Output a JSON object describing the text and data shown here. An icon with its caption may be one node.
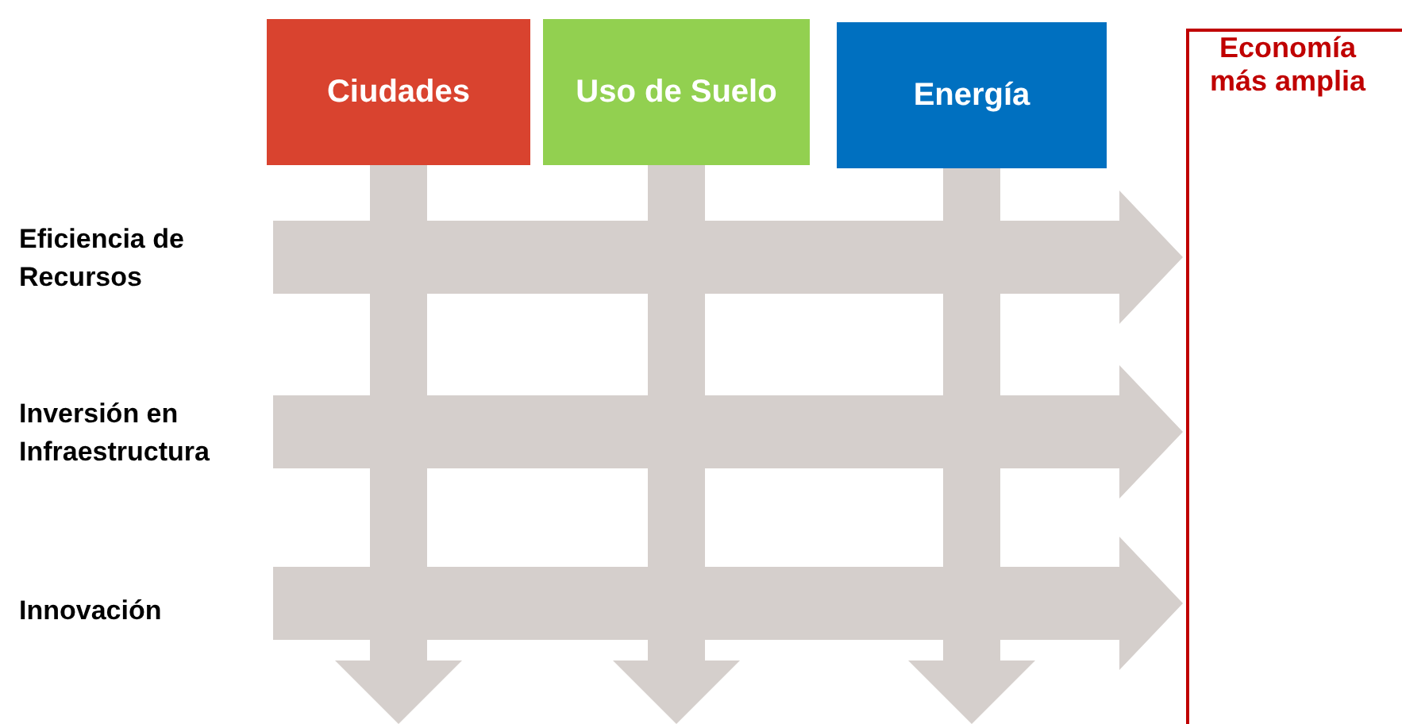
{
  "diagram": {
    "nodes": [
      {
        "text": [
          "Ciudades"
        ]
      },
      {
        "text": [
          "Uso de Suelo"
        ]
      },
      {
        "text": [
          "Energía"
        ]
      },
      {
        "text": [
          "Economía más amplia"
        ]
      },
      {
        "text": [
          "Eficiencia de Recursos"
        ]
      },
      {
        "text": [
          "Inversión en Infraestructura"
        ]
      },
      {
        "text": [
          "Innovación"
        ]
      }
    ],
    "edges": [
      {
        "from": 0,
        "to": null,
        "arrow": "to"
      },
      {
        "from": 1,
        "to": null,
        "arrow": "to"
      },
      {
        "from": 2,
        "to": null,
        "arrow": "to"
      },
      {
        "from": 4,
        "to": 3,
        "arrow": "to"
      },
      {
        "from": 5,
        "to": 3,
        "arrow": "to"
      },
      {
        "from": 6,
        "to": 3,
        "arrow": "to"
      }
    ]
  }
}
